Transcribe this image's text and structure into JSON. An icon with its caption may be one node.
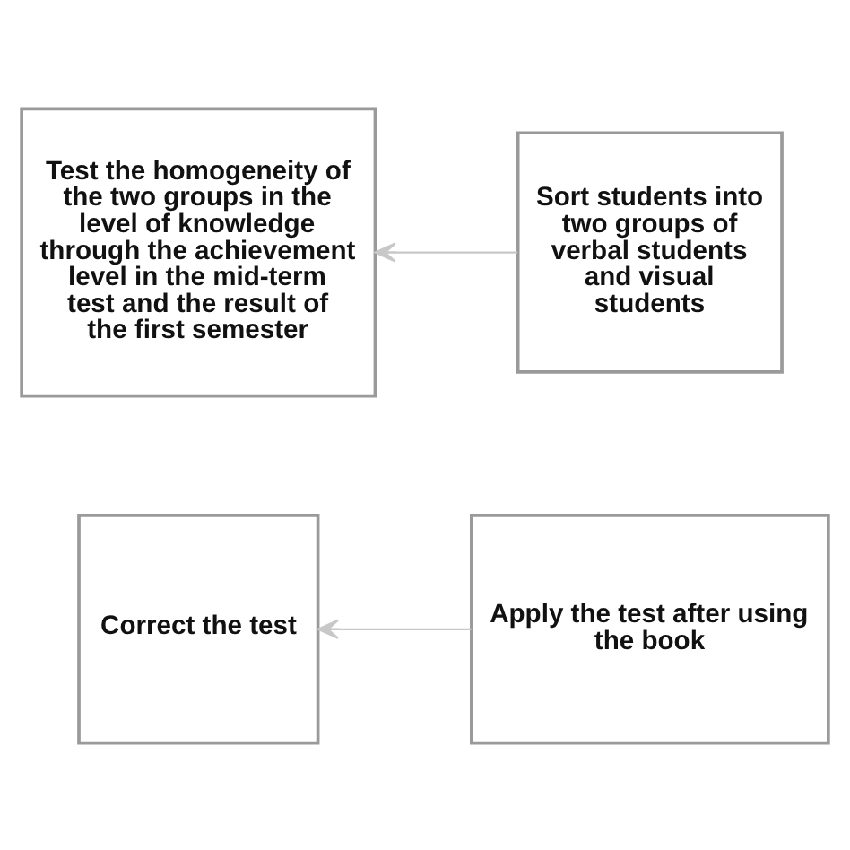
{
  "diagram": {
    "nodes": [
      {
        "text": [
          "Test the homogeneity of the two groups in the level of knowledge through the achievement level in the mid-term test and the result of the first semester"
        ]
      },
      {
        "text": [
          "Sort students into two groups of verbal students and visual students"
        ]
      },
      {
        "text": [
          "Correct the test"
        ]
      },
      {
        "text": [
          "Apply the test after using the book"
        ]
      }
    ],
    "edges": [
      {
        "from": 1,
        "to": 0,
        "arrow": "to"
      },
      {
        "from": 3,
        "to": 2,
        "arrow": "to"
      }
    ]
  }
}
